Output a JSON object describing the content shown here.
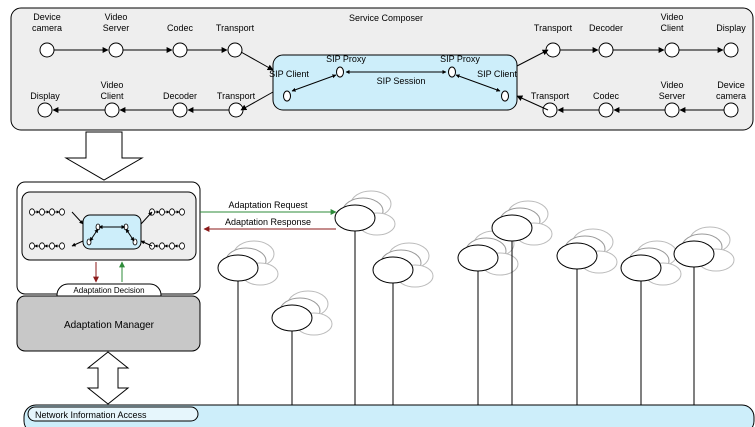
{
  "service_composer": {
    "title": "Service Composer",
    "top_left": [
      "Device camera",
      "Video Server",
      "Codec",
      "Transport"
    ],
    "bottom_left": [
      "Display",
      "Video Client",
      "Decoder",
      "Transport"
    ],
    "top_right": [
      "Transport",
      "Decoder",
      "Video Client",
      "Display"
    ],
    "bottom_right": [
      "Transport",
      "Codec",
      "Video Server",
      "Device camera"
    ],
    "sip_proxy_left": "SIP Proxy",
    "sip_proxy_right": "SIP Proxy",
    "sip_client_left": "SIP Client",
    "sip_client_right": "SIP Client",
    "sip_session": "SIP Session"
  },
  "adaptation": {
    "request": "Adaptation Request",
    "response": "Adaptation Response",
    "decision": "Adaptation Decision",
    "manager": "Adaptation Manager"
  },
  "network": {
    "label": "Network Information Access"
  },
  "colors": {
    "composer_bg": "#eeeeee",
    "session_bg": "#cdeefa",
    "manager_bg": "#c8c8c8",
    "request_arrow": "#2e8b3a",
    "response_arrow": "#8b1a1a"
  }
}
